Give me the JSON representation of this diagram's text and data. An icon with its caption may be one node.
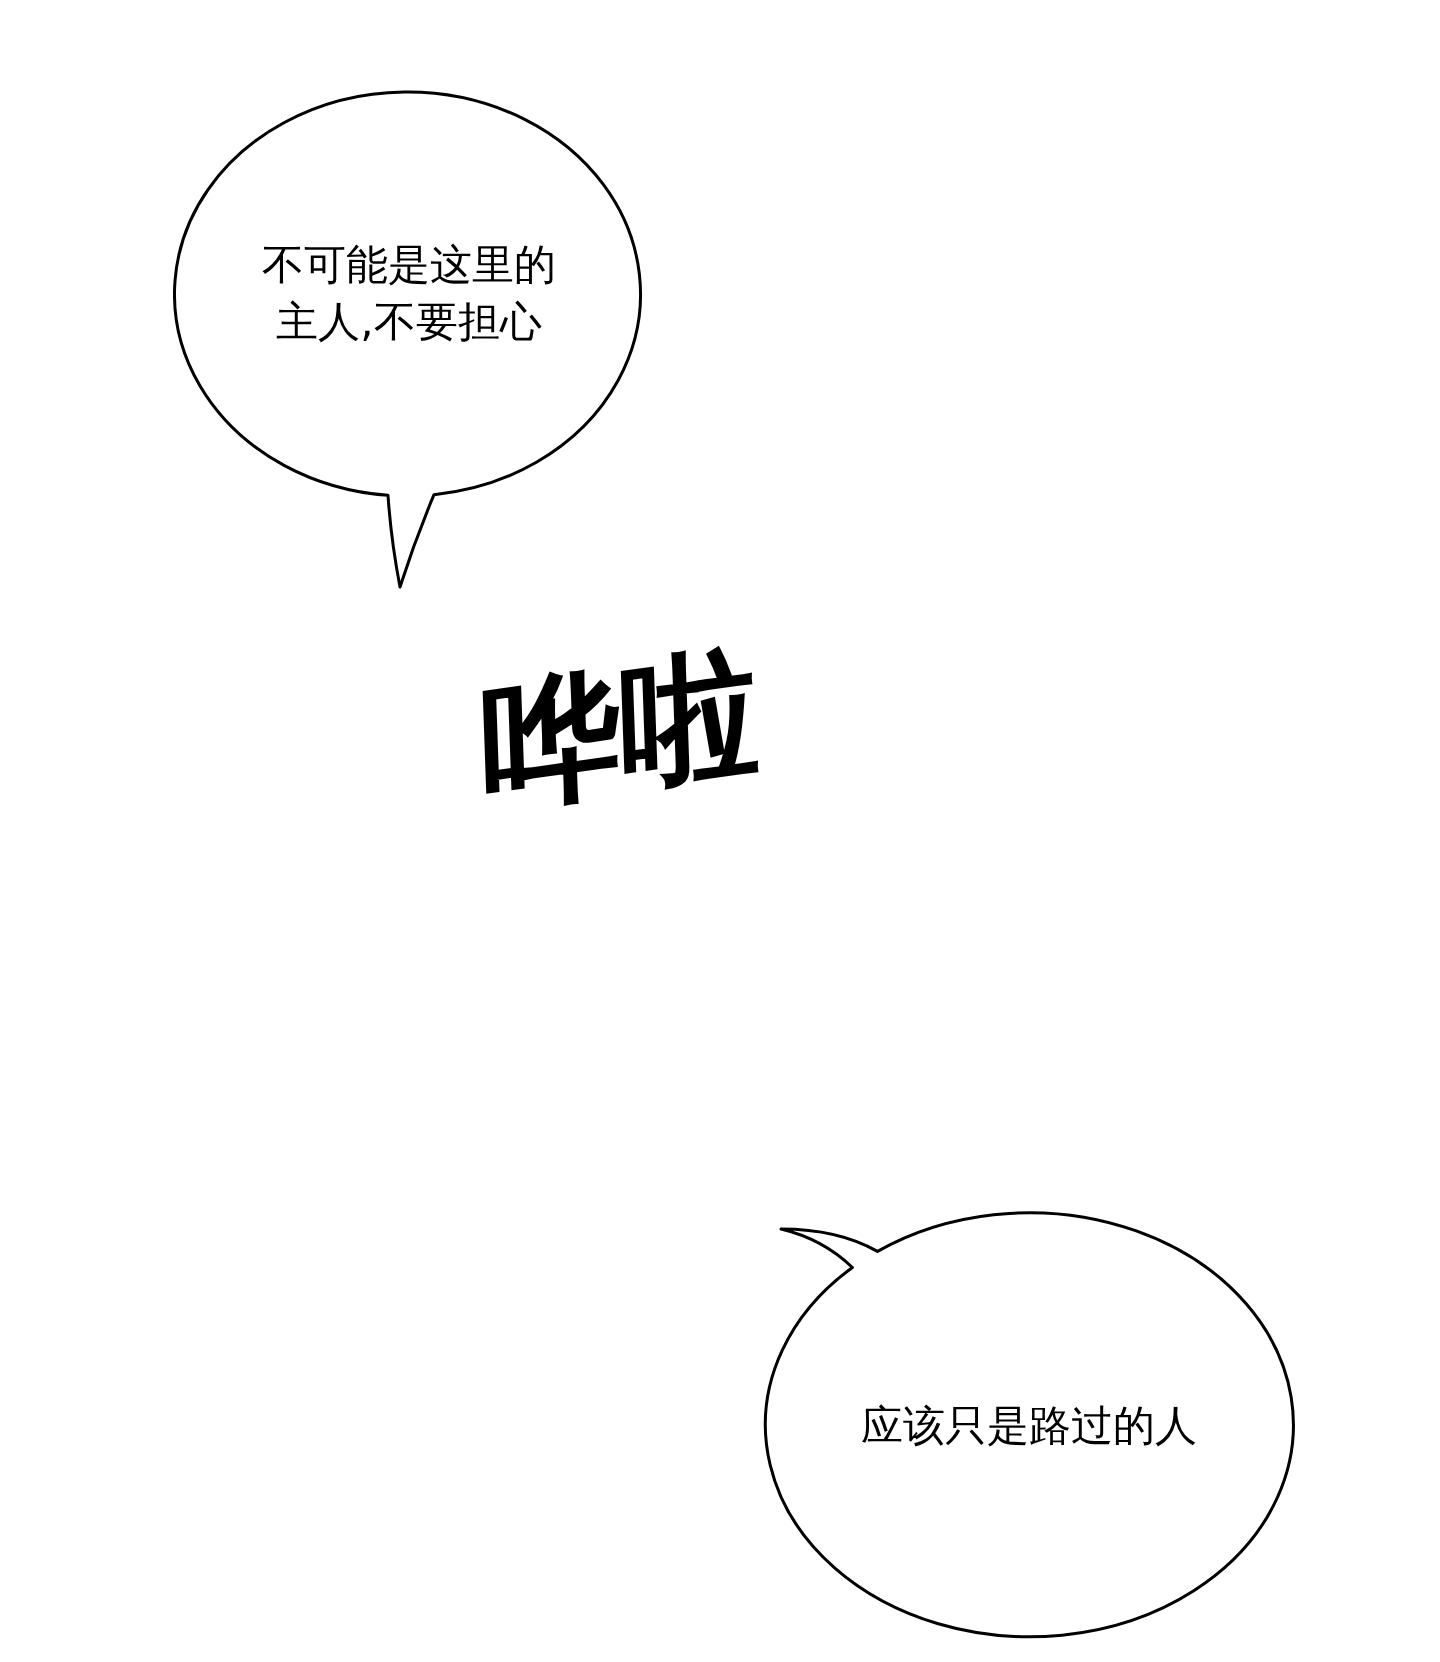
{
  "diagram": {
    "nodes": [
      {
        "text": [
          "不可能是这里的主人,不要担心"
        ]
      },
      {
        "text": [
          "应该只是路过的人"
        ]
      }
    ],
    "labels": [
      "哗啦"
    ]
  }
}
